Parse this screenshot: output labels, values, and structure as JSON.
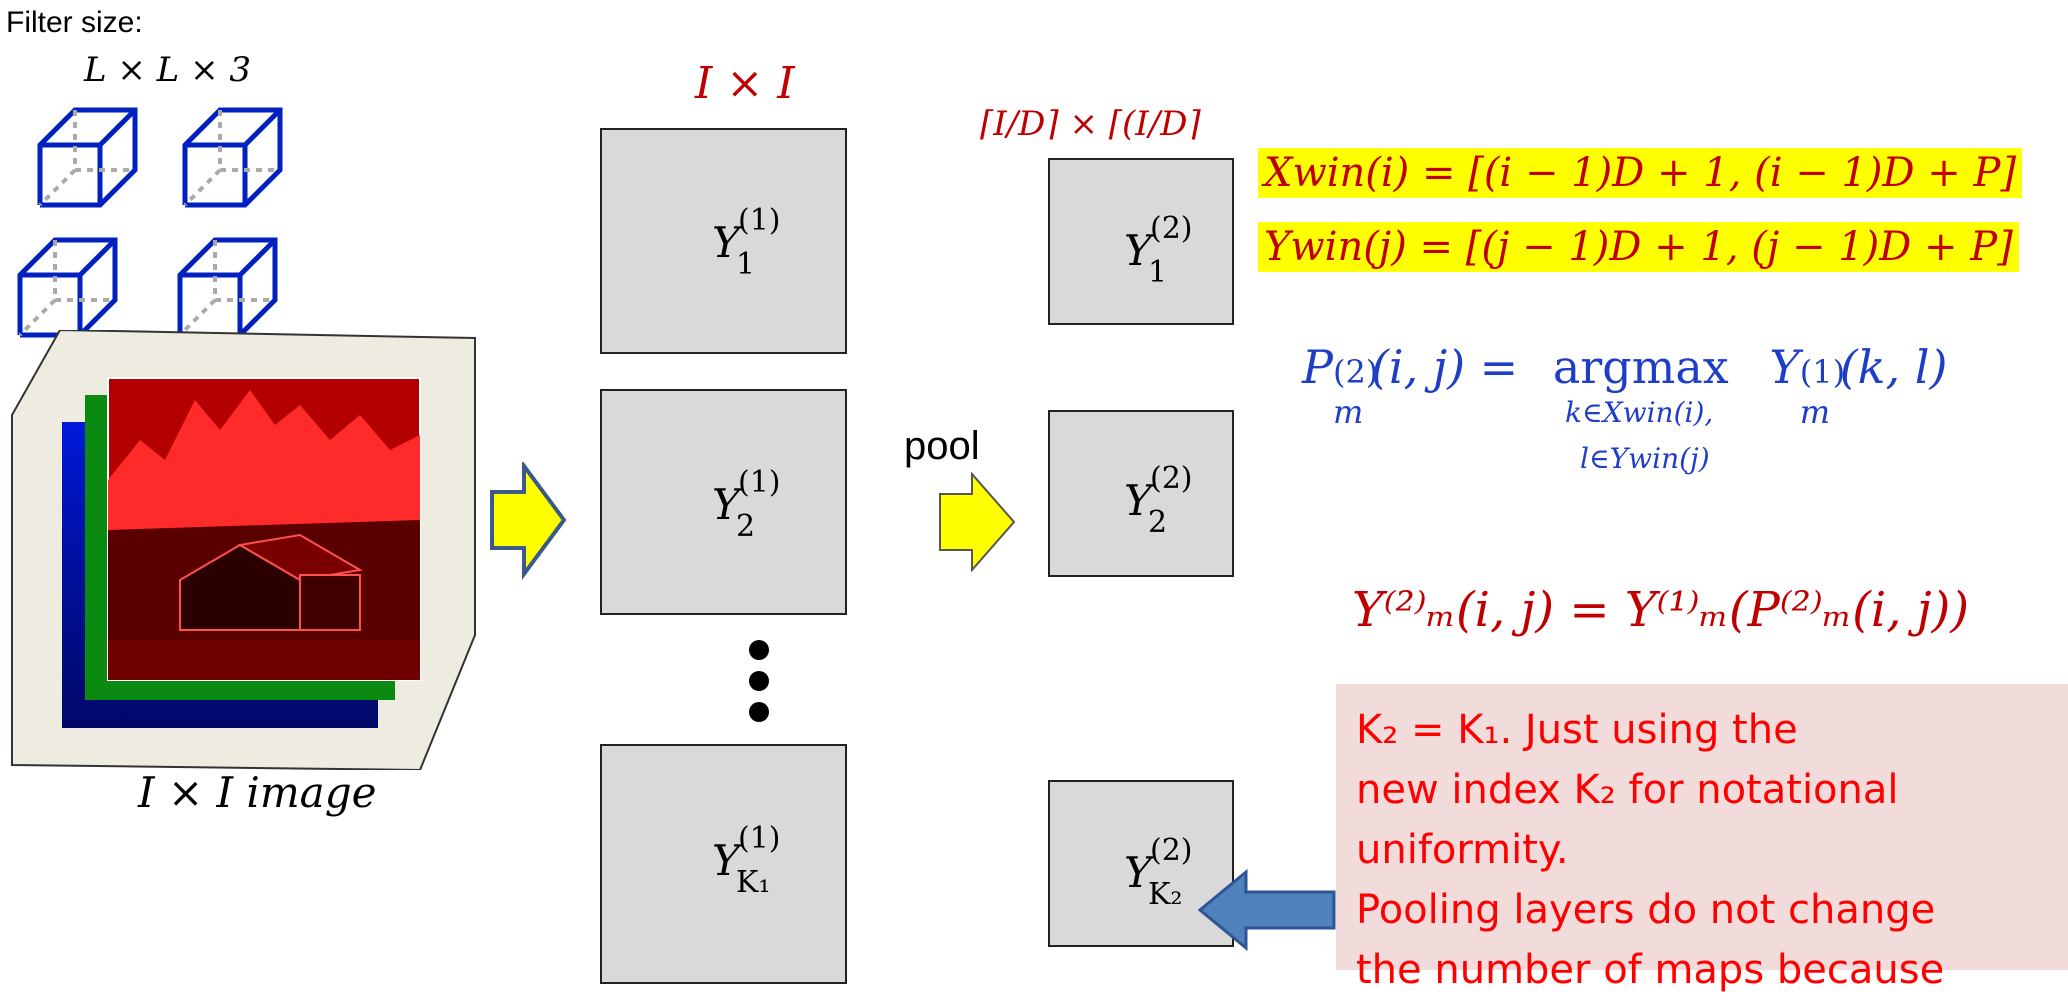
{
  "filter": {
    "heading": "Filter size:",
    "size": "L × L × 3"
  },
  "image": {
    "caption": "I × I image"
  },
  "conv_layer": {
    "size_label": "I × I",
    "maps": [
      {
        "base": "Y",
        "sub": "1",
        "sup": "(1)"
      },
      {
        "base": "Y",
        "sub": "2",
        "sup": "(1)"
      },
      {
        "base": "Y",
        "sub": "K₁",
        "sup": "(1)"
      }
    ]
  },
  "pool_layer": {
    "size_label": "⌈I/D⌉ × ⌈(I/D⌉",
    "arrow_label": "pool",
    "maps": [
      {
        "base": "Y",
        "sub": "1",
        "sup": "(2)"
      },
      {
        "base": "Y",
        "sub": "2",
        "sup": "(2)"
      },
      {
        "base": "Y",
        "sub": "K₂",
        "sup": "(2)"
      }
    ]
  },
  "equations": {
    "xwin": "Xwin(i) = [(i − 1)D + 1, (i − 1)D + P]",
    "ywin": "Ywin(j) = [(j − 1)D + 1, (j − 1)D + P]",
    "argmax_lhs": "P",
    "argmax_lhs_sup": "(2)",
    "argmax_lhs_sub": "m",
    "argmax_lhs_args": "(i, j) =",
    "argmax_op": "argmax",
    "argmax_cond_1": "k∈Xwin(i),",
    "argmax_cond_2": "l∈Ywin(j)",
    "argmax_rhs": "Y",
    "argmax_rhs_sup": "(1)",
    "argmax_rhs_sub": "m",
    "argmax_rhs_args": "(k, l)",
    "pool_eq": "Y⁽²⁾ₘ(i, j) = Y⁽¹⁾ₘ(P⁽²⁾ₘ(i, j))"
  },
  "note": {
    "line1": "K₂ = K₁. Just using the",
    "line2": "new index K₂ for notational",
    "line3": "uniformity.",
    "line4": "Pooling layers do not change",
    "line5": "the number of maps because"
  },
  "colors": {
    "blue": "#1f3ec7",
    "red": "#c00000",
    "yellow": "#ffff00",
    "note_bg": "#f2dcdb",
    "arrow_yellow": "#ffff00",
    "arrow_blue": "#4f81bd"
  }
}
